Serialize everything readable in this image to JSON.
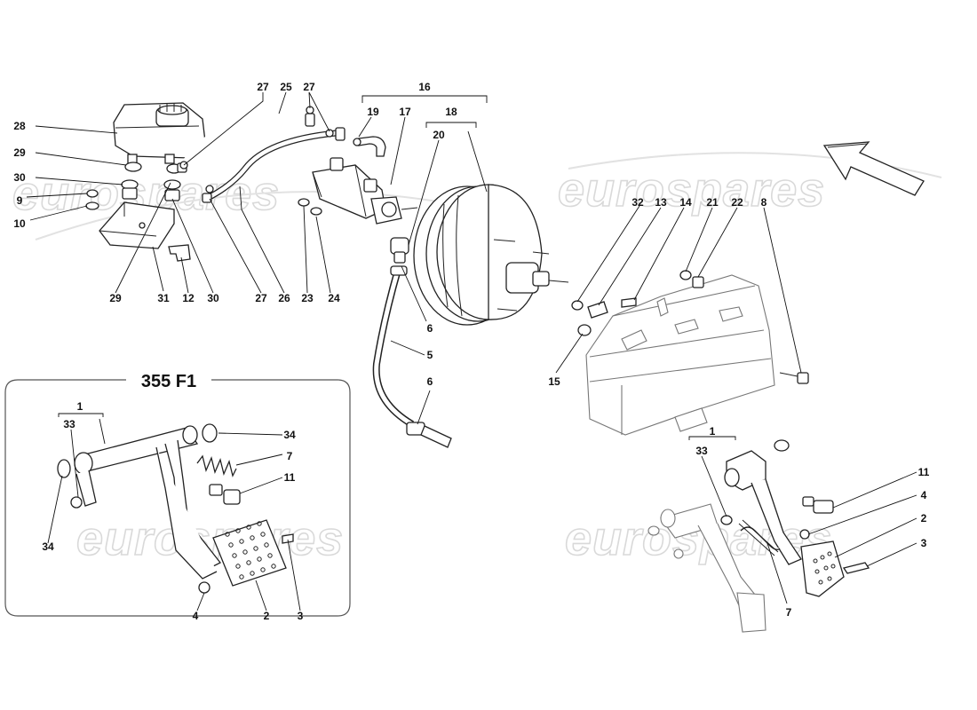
{
  "watermark": {
    "text": "eurospares"
  },
  "inset": {
    "title": "355 F1"
  },
  "callouts": [
    {
      "id": "c16",
      "text": "16"
    },
    {
      "id": "c18",
      "text": "18"
    },
    {
      "id": "c20",
      "text": "20"
    },
    {
      "id": "c27a",
      "text": "27"
    },
    {
      "id": "c25",
      "text": "25"
    },
    {
      "id": "c27b",
      "text": "27"
    },
    {
      "id": "c19",
      "text": "19"
    },
    {
      "id": "c17",
      "text": "17"
    },
    {
      "id": "c28",
      "text": "28"
    },
    {
      "id": "c29a",
      "text": "29"
    },
    {
      "id": "c30a",
      "text": "30"
    },
    {
      "id": "c9",
      "text": "9"
    },
    {
      "id": "c10",
      "text": "10"
    },
    {
      "id": "c29b",
      "text": "29"
    },
    {
      "id": "c31",
      "text": "31"
    },
    {
      "id": "c12",
      "text": "12"
    },
    {
      "id": "c30b",
      "text": "30"
    },
    {
      "id": "c27c",
      "text": "27"
    },
    {
      "id": "c26",
      "text": "26"
    },
    {
      "id": "c23",
      "text": "23"
    },
    {
      "id": "c24",
      "text": "24"
    },
    {
      "id": "c6a",
      "text": "6"
    },
    {
      "id": "c5",
      "text": "5"
    },
    {
      "id": "c6b",
      "text": "6"
    },
    {
      "id": "c32",
      "text": "32"
    },
    {
      "id": "c13",
      "text": "13"
    },
    {
      "id": "c14",
      "text": "14"
    },
    {
      "id": "c21",
      "text": "21"
    },
    {
      "id": "c22",
      "text": "22"
    },
    {
      "id": "c8",
      "text": "8"
    },
    {
      "id": "c15",
      "text": "15"
    },
    {
      "id": "i1",
      "text": "1"
    },
    {
      "id": "i33",
      "text": "33"
    },
    {
      "id": "i34a",
      "text": "34"
    },
    {
      "id": "i7",
      "text": "7"
    },
    {
      "id": "i11",
      "text": "11"
    },
    {
      "id": "i34b",
      "text": "34"
    },
    {
      "id": "i4",
      "text": "4"
    },
    {
      "id": "i2",
      "text": "2"
    },
    {
      "id": "i3",
      "text": "3"
    },
    {
      "id": "r1",
      "text": "1"
    },
    {
      "id": "r33",
      "text": "33"
    },
    {
      "id": "r11",
      "text": "11"
    },
    {
      "id": "r4",
      "text": "4"
    },
    {
      "id": "r2",
      "text": "2"
    },
    {
      "id": "r3",
      "text": "3"
    },
    {
      "id": "r7",
      "text": "7"
    }
  ]
}
